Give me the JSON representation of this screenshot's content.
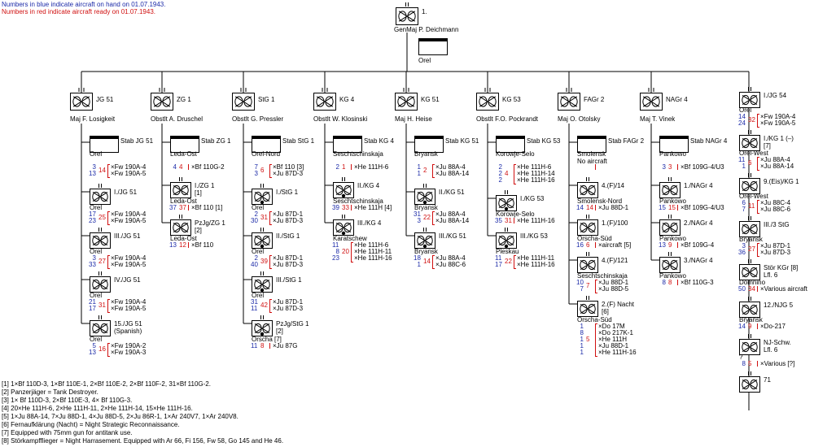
{
  "header": {
    "blue_note": "Numbers in blue indicate aircraft on hand on 01.07.1943.",
    "red_note": "Numbers in red indicate aircraft ready on 01.07.1943."
  },
  "top": {
    "number": "1.",
    "commander": "GenMaj  P. Deichmann",
    "hq": "Orel",
    "rank_marks": "XX"
  },
  "notes": [
    "[1] 1×Bf 110D-3, 1×Bf 110E-1, 2×Bf 110E-2, 2×Bf 110F-2, 31×Bf 110G-2.",
    "[2] Panzerjäger = Tank Destroyer.",
    "[3] 1× Bf 110D-3, 2×Bf 110E-3, 4× Bf 110G-3.",
    "[4] 20×He 111H-6, 2×He 111H-11, 2×He 111H-14, 15×He 111H-16.",
    "[5] 1×Ju 88A-14, 7×Ju 88D-1, 4×Ju 88D-5, 2×Ju 86R-1, 1×Ar 240V7, 1×Ar 240V8.",
    "[6] Fernaufklärung (Nacht) = Night Strategic Reconnaissance.",
    "[7] Equipped with 75mm gun for antitank use.",
    "[8] Störkampfflieger = Night Harrasement. Equipped with Ar 66, Fi 156, Fw 58, Go 145 and He 46."
  ],
  "columns": [
    {
      "name": "JG 51",
      "commander": "Maj  F. Losigkeit",
      "stab": "Stab JG 51",
      "units": [
        {
          "loc": "Orel",
          "lines": [
            {
              "b": "3",
              "r": "14",
              "ac": "Fw 190A-4"
            },
            {
              "b": "13",
              "r": "",
              "ac": "Fw 190A-5"
            }
          ]
        },
        {
          "name": "I./JG 51",
          "loc": "Orel",
          "lines": [
            {
              "b": "17",
              "r": "25",
              "ac": "Fw 190A-4"
            },
            {
              "b": "23",
              "r": "",
              "ac": "Fw 190A-5"
            }
          ]
        },
        {
          "name": "III./JG 51",
          "loc": "Orel",
          "lines": [
            {
              "b": "3",
              "r": "27",
              "ac": "Fw 190A-4"
            },
            {
              "b": "33",
              "r": "",
              "ac": "Fw 190A-5"
            }
          ]
        },
        {
          "name": "IV./JG 51",
          "loc": "Orel",
          "lines": [
            {
              "b": "21",
              "r": "31",
              "ac": "Fw 190A-4"
            },
            {
              "b": "17",
              "r": "",
              "ac": "Fw 190A-5"
            }
          ]
        },
        {
          "name": "15./JG 51",
          "sub": "(Spanish)",
          "loc": "Orel",
          "lines": [
            {
              "b": "5",
              "r": "16",
              "ac": "Fw 190A-2"
            },
            {
              "b": "13",
              "r": "",
              "ac": "Fw 190A-3"
            }
          ]
        }
      ]
    },
    {
      "name": "ZG 1",
      "commander": "Obstlt  A. Druschel",
      "stab": "Stab ZG 1",
      "units": [
        {
          "loc": "Leda-Ost",
          "lines": [
            {
              "b": "4",
              "r": "4",
              "ac": "Bf 110G-2"
            }
          ]
        },
        {
          "name": "I./ZG 1",
          "sub": "[1]",
          "loc": "Leda-Ost",
          "lines": [
            {
              "b": "37",
              "r": "37",
              "ac": "Bf 110 [1]"
            }
          ]
        },
        {
          "name": "PzJg/ZG 1",
          "sub": "[2]",
          "loc": "Leda-Ost",
          "lines": [
            {
              "b": "13",
              "r": "12",
              "ac": "Bf 110"
            }
          ]
        }
      ]
    },
    {
      "name": "StG 1",
      "commander": "Obstlt  G. Pressler",
      "stab": "Stab StG 1",
      "units": [
        {
          "loc": "Orel-Nord",
          "lines": [
            {
              "b": "7",
              "r": "6",
              "ac": "Bf 110 [3]"
            },
            {
              "b": "3",
              "r": "",
              "ac": "Ju 87D-3"
            }
          ]
        },
        {
          "name": "I./StG 1",
          "loc": "Orel",
          "lines": [
            {
              "b": "2",
              "r": "31",
              "ac": "Ju 87D-1"
            },
            {
              "b": "30",
              "r": "",
              "ac": "Ju 87D-3"
            }
          ]
        },
        {
          "name": "II./StG 1",
          "loc": "Orel",
          "lines": [
            {
              "b": "2",
              "r": "39",
              "ac": "Ju 87D-1"
            },
            {
              "b": "40",
              "r": "",
              "ac": "Ju 87D-3"
            }
          ]
        },
        {
          "name": "III./StG 1",
          "loc": "Orel",
          "lines": [
            {
              "b": "31",
              "r": "42",
              "ac": "Ju 87D-1"
            },
            {
              "b": "11",
              "r": "",
              "ac": "Ju 87D-3"
            }
          ]
        },
        {
          "name": "PzJg/StG 1",
          "sub": "[2]",
          "loc": "Orscha [7]",
          "lines": [
            {
              "b": "11",
              "r": "8",
              "ac": "Ju 87G"
            }
          ]
        }
      ]
    },
    {
      "name": "KG 4",
      "commander": "Obstlt  W. Klosinski",
      "stab": "Stab KG 4",
      "units": [
        {
          "loc": "Seschtschinskaja",
          "lines": [
            {
              "b": "2",
              "r": "1",
              "ac": "He 111H-6"
            }
          ]
        },
        {
          "name": "II./KG 4",
          "loc": "Seschtschinskaja",
          "lines": [
            {
              "b": "39",
              "r": "33",
              "ac": "He 111H [4]"
            }
          ]
        },
        {
          "name": "III./KG 4",
          "loc": "Karatschew",
          "lines": [
            {
              "b": "11",
              "r": "20",
              "ac": "He 111H-6"
            },
            {
              "b": "8",
              "r": "",
              "ac": "He 111H-11"
            },
            {
              "b": "23",
              "r": "",
              "ac": "He 111H-16"
            }
          ]
        }
      ]
    },
    {
      "name": "KG 51",
      "commander": "Maj  H. Heise",
      "stab": "Stab KG 51",
      "units": [
        {
          "loc": "Bryansk",
          "lines": [
            {
              "b": "1",
              "r": "2",
              "ac": "Ju 88A-4"
            },
            {
              "b": "1",
              "r": "",
              "ac": "Ju 88A-14"
            }
          ]
        },
        {
          "name": "II./KG 51",
          "loc": "Bryansk",
          "lines": [
            {
              "b": "31",
              "r": "22",
              "ac": "Ju 88A-4"
            },
            {
              "b": "3",
              "r": "",
              "ac": "Ju 88A-14"
            }
          ]
        },
        {
          "name": "III./KG 51",
          "loc": "Bryansk",
          "lines": [
            {
              "b": "18",
              "r": "14",
              "ac": "Ju 88A-4"
            },
            {
              "b": "1",
              "r": "",
              "ac": "Ju 88C-6"
            }
          ]
        }
      ]
    },
    {
      "name": "KG 53",
      "commander": "Obstlt  F.O. Pockrandt",
      "stab": "Stab KG 53",
      "units": [
        {
          "loc": "Korowje-Selo",
          "lines": [
            {
              "b": "2",
              "r": "4",
              "ac": "He 111H-6"
            },
            {
              "b": "2",
              "r": "",
              "ac": "He 111H-14"
            },
            {
              "b": "2",
              "r": "",
              "ac": "He 111H-16"
            }
          ]
        },
        {
          "name": "I./KG 53",
          "loc": "Korowje-Selo",
          "lines": [
            {
              "b": "35",
              "r": "31",
              "ac": "He 111H-16"
            }
          ]
        },
        {
          "name": "III./KG 53",
          "loc": "Pleskau",
          "lines": [
            {
              "b": "11",
              "r": "22",
              "ac": "He 111H-11"
            },
            {
              "b": "17",
              "r": "",
              "ac": "He 111H-16"
            }
          ]
        }
      ]
    },
    {
      "name": "FAGr 2",
      "commander": "Maj  O. Otolsky",
      "stab": "Stab FAGr 2",
      "units": [
        {
          "loc": "Smolensk",
          "note": "No aircraft",
          "lines": []
        },
        {
          "name": "4.(F)/14",
          "loc": "Smolensk-Nord",
          "lines": [
            {
              "b": "14",
              "r": "14",
              "ac": "Ju 88D-1"
            }
          ]
        },
        {
          "name": "1.(F)/100",
          "loc": "Orscha-Süd",
          "lines": [
            {
              "b": "16",
              "r": "6",
              "ac": "aircraft [5]"
            }
          ]
        },
        {
          "name": "4.(F)/121",
          "loc": "Seschtschinskaja",
          "lines": [
            {
              "b": "10",
              "r": "7",
              "ac": "Ju 88D-1"
            },
            {
              "b": "7",
              "r": "",
              "ac": "Ju 88D-5"
            }
          ]
        },
        {
          "name": "2.(F) Nacht",
          "sub": "[6]",
          "loc": "Orscha-Süd",
          "lines": [
            {
              "b": "1",
              "r": "5",
              "ac": "Do 17M"
            },
            {
              "b": "8",
              "r": "",
              "ac": "Do 217K-1"
            },
            {
              "b": "1",
              "r": "",
              "ac": "He 111H"
            },
            {
              "b": "1",
              "r": "",
              "ac": "Ju 88D-1"
            },
            {
              "b": "1",
              "r": "",
              "ac": "He 111H-16"
            }
          ]
        }
      ]
    },
    {
      "name": "NAGr 4",
      "commander": "Maj  T. Vinek",
      "stab": "Stab NAGr 4",
      "units": [
        {
          "loc": "Pankowo",
          "lines": [
            {
              "b": "3",
              "r": "3",
              "ac": "Bf 109G-4/U3"
            }
          ]
        },
        {
          "name": "1./NAGr 4",
          "loc": "Pankowo",
          "lines": [
            {
              "b": "15",
              "r": "15",
              "ac": "Bf 109G-4/U3"
            }
          ]
        },
        {
          "name": "2./NAGr 4",
          "loc": "Pankowo",
          "lines": [
            {
              "b": "13",
              "r": "9",
              "ac": "Bf 109G-4"
            }
          ]
        },
        {
          "name": "3./NAGr 4",
          "loc": "Pankowo",
          "lines": [
            {
              "b": "8",
              "r": "8",
              "ac": "Bf 110G-3"
            }
          ]
        }
      ]
    }
  ],
  "right_column": [
    {
      "name": "I./JG 54",
      "loc": "Orel",
      "lines": [
        {
          "b": "14",
          "r": "32",
          "ac": "Fw 190A-4"
        },
        {
          "b": "24",
          "r": "",
          "ac": "Fw 190A-5"
        }
      ]
    },
    {
      "name": "I./KG 1 (–)",
      "sub": "[7]",
      "loc": "Orel-West",
      "lines": [
        {
          "b": "11",
          "r": "6",
          "ac": "Ju 88A-4"
        },
        {
          "b": "1",
          "r": "",
          "ac": "Ju 88A-14"
        }
      ]
    },
    {
      "name": "9.(Eis)/KG 1",
      "loc": "Orel-West",
      "lines": [
        {
          "b": "6",
          "r": "11",
          "ac": "Ju 88C-4"
        },
        {
          "b": "7",
          "r": "",
          "ac": "Ju 88C-6"
        }
      ]
    },
    {
      "name": "III./3 StG",
      "loc": "Bryansk",
      "lines": [
        {
          "b": "3",
          "r": "27",
          "ac": "Ju 87D-1"
        },
        {
          "b": "36",
          "r": "",
          "ac": "Ju 87D-3"
        }
      ]
    },
    {
      "name": "Stör KGr [8]",
      "sub": "Lfl. 6",
      "loc": "Domnino",
      "lines": [
        {
          "b": "50",
          "r": "34",
          "ac": "Various aircraft"
        }
      ]
    },
    {
      "name": "12./NJG 5",
      "loc": "Bryansk",
      "lines": [
        {
          "b": "14",
          "r": "9",
          "ac": "Do-217"
        }
      ]
    },
    {
      "name": "NJ-Schw.",
      "sub": "Lfl. 6",
      "loc": "?",
      "lines": [
        {
          "b": "8",
          "r": "5",
          "ac": "Various [?]"
        }
      ]
    },
    {
      "name": "71",
      "loc": "",
      "lines": []
    }
  ]
}
